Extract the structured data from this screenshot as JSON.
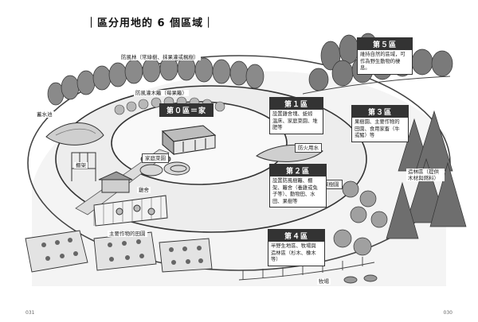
{
  "title": "區分用地的 6 個區域",
  "labels": {
    "windbreak_forest": "防風林（常綠樹、抹果灌或楓樹）",
    "windbreak_shrub": "防風灌木籬（莓果籬）",
    "pond": "蓄水池",
    "trellis": "棚架",
    "home_garden": "家庭菜園",
    "fire_water": "防火用水",
    "chicken_coop": "雞舍",
    "orchard": "果樹園",
    "main_crop_field": "主要作物的田園",
    "timber_forest": "造林區（提供木材與燃料）",
    "pasture": "牧場"
  },
  "zones": {
    "zone0": {
      "title": "第０區＝家"
    },
    "zone1": {
      "title": "第１區",
      "text": [
        "設置雞舍塊、蚯蚓",
        "溫床、家庭菜園、堆",
        "肥等"
      ]
    },
    "zone2": {
      "title": "第２區",
      "text": [
        "設置防風樹籬、棚",
        "架、籬舍（養雞或兔",
        "子等）、動物田、水",
        "田、果樹等"
      ]
    },
    "zone3": {
      "title": "第３區",
      "text": [
        "果樹園、主要作物的",
        "田園、食用家畜（牛",
        "或豬）等"
      ]
    },
    "zone4": {
      "title": "第４區",
      "text": [
        "半野生地區、牧場與",
        "造林區（杉木、橡木",
        "等）"
      ]
    },
    "zone5": {
      "title": "第５區",
      "text": [
        "維持自然的區域，可",
        "作為野生動物的棲",
        "息。"
      ]
    }
  },
  "page_numbers": {
    "left": "031",
    "right": "030"
  }
}
